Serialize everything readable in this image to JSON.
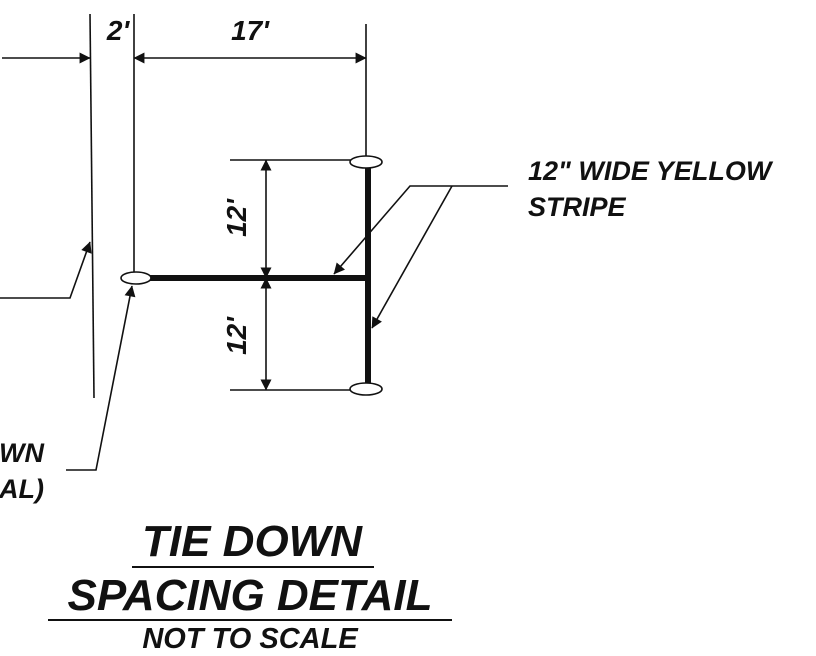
{
  "labels": {
    "dim_offset": "2'",
    "dim_length": "17'",
    "dim_upper": "12'",
    "dim_lower": "12'",
    "stripe_line1": "12\" WIDE YELLOW",
    "stripe_line2": "STRIPE",
    "tiedown_line1": "WN",
    "tiedown_line2": "AL)",
    "title_line1": "TIE DOWN",
    "title_line2": "SPACING DETAIL",
    "subtitle": "NOT TO SCALE"
  },
  "colors": {
    "ink": "#111111",
    "background": "#ffffff",
    "stripe": "#111111"
  }
}
